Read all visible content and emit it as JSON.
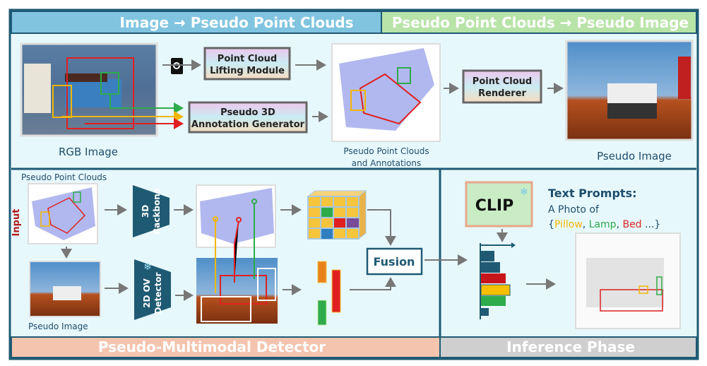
{
  "header": {
    "left": "Image → Pseudo Point Clouds",
    "right": "Pseudo Point Clouds → Pseudo Image"
  },
  "top": {
    "rgb_label": "RGB Image",
    "lifting": [
      "Point Cloud",
      "Lifting Module"
    ],
    "annotation": [
      "Pseudo 3D",
      "Annotation Generator"
    ],
    "pc_label": [
      "Pseudo Point Clouds",
      "and Annotations"
    ],
    "renderer": [
      "Point Cloud",
      "Renderer"
    ],
    "pseudo_label": "Pseudo Image"
  },
  "detector": {
    "pc_label": "Pseudo Point Clouds",
    "input_label": "Input",
    "pseudo_label": "Pseudo Image",
    "backbone": [
      "3D",
      "Backbone"
    ],
    "ov_detector": [
      "2D OV",
      "Detector"
    ],
    "fusion": "Fusion"
  },
  "inference": {
    "clip": "CLIP",
    "prompts_title": "Text Prompts:",
    "prompts_line": "A Photo of",
    "prompt_open": "{",
    "prompt_words": [
      {
        "text": "Pillow",
        "color": "#f2b705"
      },
      {
        "text": "Lamp",
        "color": "#2eab4a"
      },
      {
        "text": "Bed",
        "color": "#d8241f"
      }
    ],
    "prompt_close": " ...}"
  },
  "footer": {
    "left": "Pseudo-Multimodal Detector",
    "right": "Inference Phase"
  },
  "colors": {
    "frame": "#1f5a73",
    "header_left": "#80c4e0",
    "header_right": "#b9e4a9",
    "footer_left": "#f4c4ae",
    "footer_right": "#cfcfcf",
    "panel": "#e7f8fc"
  }
}
